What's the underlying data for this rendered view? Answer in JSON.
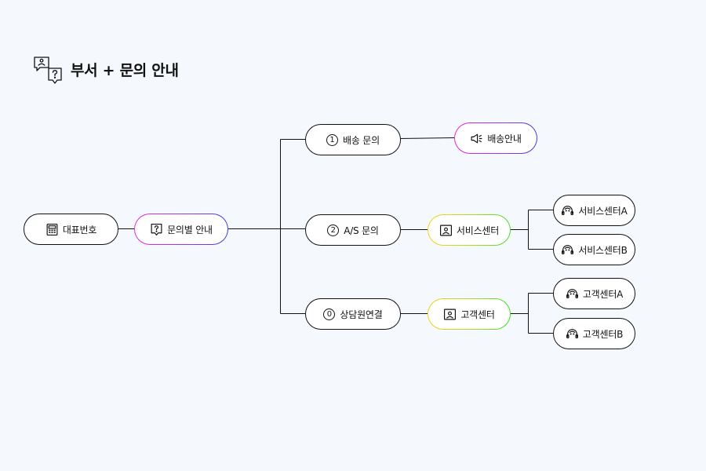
{
  "title": "부서 + 문의 안내",
  "icons": {
    "title": "chat-question-icon",
    "main_line": "calculator-icon",
    "inquiry": "question-bubble-icon",
    "announcement": "megaphone-icon",
    "service_center": "person-card-icon",
    "agent": "headset-agent-icon"
  },
  "colors": {
    "background": "#f5f9fd",
    "pink_gradient": [
      "#e92cd0",
      "#9e36e6",
      "#3c3fde"
    ],
    "yellow_gradient": [
      "#f5d417",
      "#a8e020",
      "#3fdc2a"
    ]
  },
  "nodes": {
    "main_line": "대표번호",
    "inquiry_guide": "문의별 안내",
    "delivery": {
      "number": "1",
      "label": "배송 문의"
    },
    "as": {
      "number": "2",
      "label": "A/S 문의"
    },
    "counselor": {
      "number": "0",
      "label": "상담원연결"
    },
    "delivery_guide": "배송안내",
    "service_center": "서비스센터",
    "service_center_a": "서비스센터A",
    "service_center_b": "서비스센터B",
    "customer_center": "고객센터",
    "customer_center_a": "고객센터A",
    "customer_center_b": "고객센터B"
  }
}
